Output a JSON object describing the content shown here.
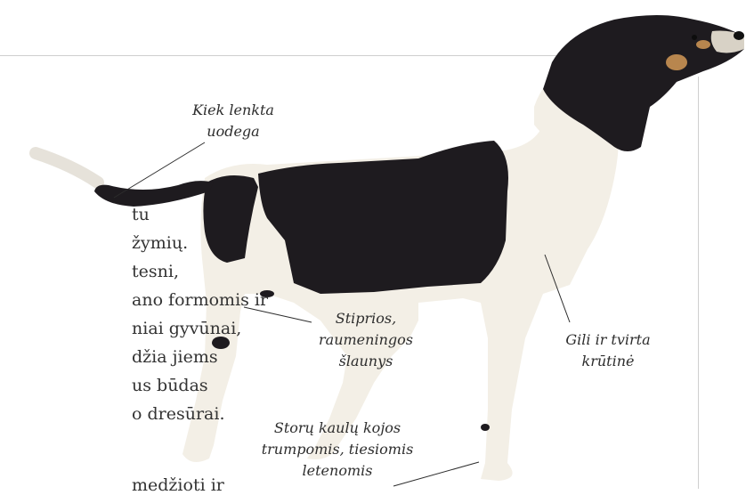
{
  "body_text": {
    "lines": [
      "tu",
      "žymių.",
      "tesni,",
      "ano formomis ir",
      "niai gyvūnai,",
      "džia jiems",
      "us būdas",
      "o dresūrai.",
      "medžioti ir"
    ]
  },
  "callouts": {
    "tail": {
      "line1": "Kiek lenkta",
      "line2": "uodega"
    },
    "thighs": {
      "line1": "Stiprios,",
      "line2": "raumeningos",
      "line3": "šlaunys"
    },
    "chest": {
      "line1": "Gili ir tvirta",
      "line2": "krūtinė"
    },
    "legs": {
      "line1": "Storų kaulų kojos",
      "line2": "trumpomis, tiesiomis",
      "line3": "letenomis"
    }
  },
  "colors": {
    "dog_black": "#1e1b1f",
    "dog_white": "#f3efe6",
    "dog_tan": "#b8864e",
    "frame": "#cfcfcf"
  }
}
